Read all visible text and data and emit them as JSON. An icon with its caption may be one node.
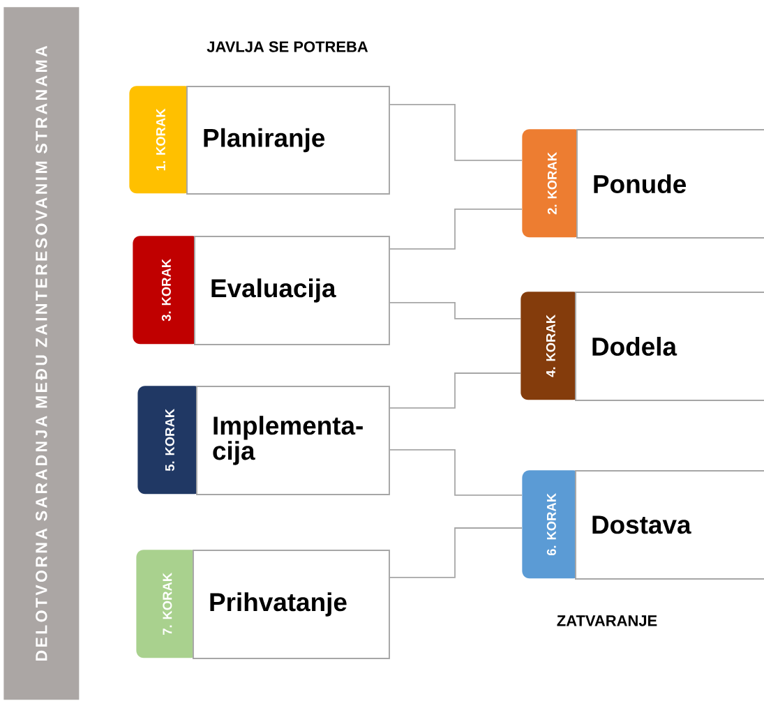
{
  "diagram": {
    "title": "JAVLJA SE POTREBA",
    "nodes": [
      {
        "text": [
          "DELOTVORNA SARADNJA MEĐU ZAINTERESOVANIM STRANAMA"
        ]
      },
      {
        "text": [
          "1. KORAK"
        ]
      },
      {
        "text": [
          "Planiranje"
        ]
      },
      {
        "text": [
          "2. KORAK"
        ]
      },
      {
        "text": [
          "Ponude"
        ]
      },
      {
        "text": [
          "3. KORAK"
        ]
      },
      {
        "text": [
          "Evaluacija"
        ]
      },
      {
        "text": [
          "4. KORAK"
        ]
      },
      {
        "text": [
          "Dodela"
        ]
      },
      {
        "text": [
          "5. KORAK"
        ]
      },
      {
        "text": [
          "Implementa-cija"
        ]
      },
      {
        "text": [
          "6. KORAK"
        ]
      },
      {
        "text": [
          "Dostava"
        ]
      },
      {
        "text": [
          "7. KORAK"
        ]
      },
      {
        "text": [
          "Prihvatanje"
        ]
      }
    ],
    "edges": [
      {
        "from": 2,
        "to": 3,
        "arrow": "none"
      },
      {
        "from": 6,
        "to": 3,
        "arrow": "none"
      },
      {
        "from": 6,
        "to": 7,
        "arrow": "none"
      },
      {
        "from": 10,
        "to": 7,
        "arrow": "none"
      },
      {
        "from": 10,
        "to": 11,
        "arrow": "none"
      },
      {
        "from": 14,
        "to": 11,
        "arrow": "none"
      }
    ],
    "labels": [
      "ZATVARANJE"
    ]
  }
}
